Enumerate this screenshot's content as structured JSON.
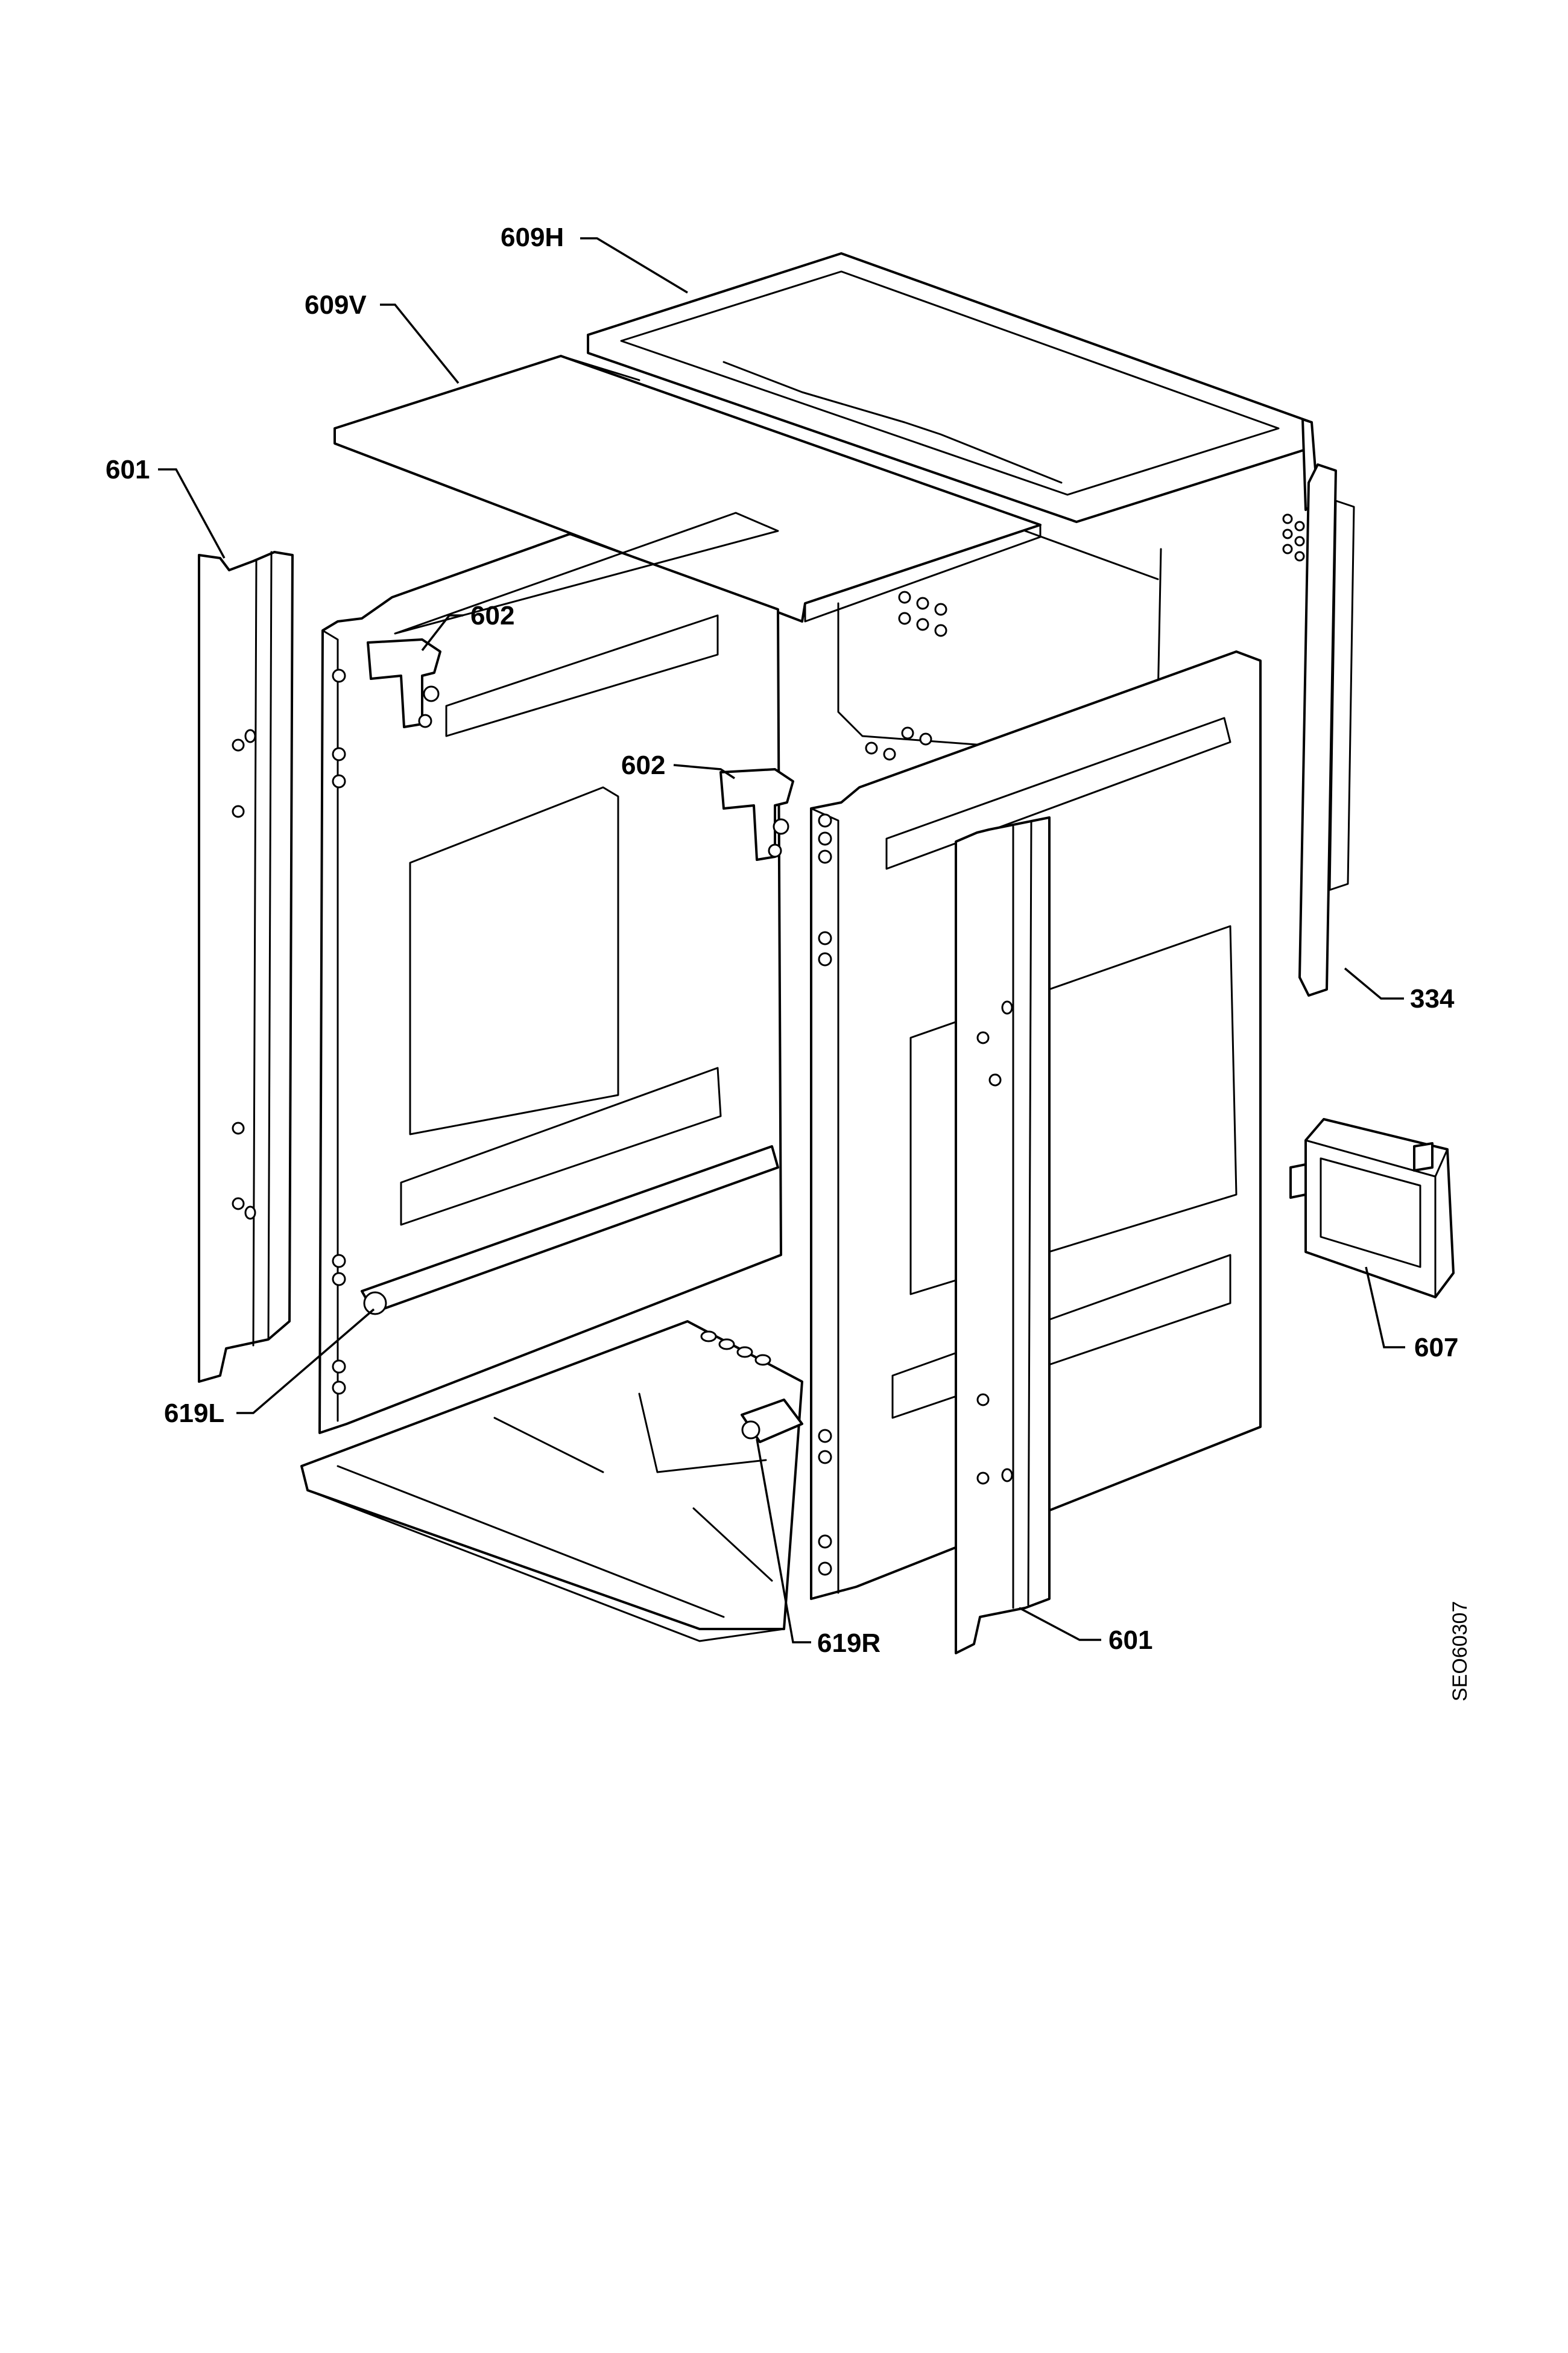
{
  "diagram": {
    "labels": {
      "top_panel_horizontal": "609H",
      "top_panel_vertical": "609V",
      "side_strip_left": "601",
      "side_strip_right": "601",
      "bracket_left": "602",
      "bracket_right": "602",
      "rear_panel": "334",
      "box": "607",
      "hinge_left": "619L",
      "hinge_right": "619R"
    },
    "drawing_code": "SEO60307"
  }
}
